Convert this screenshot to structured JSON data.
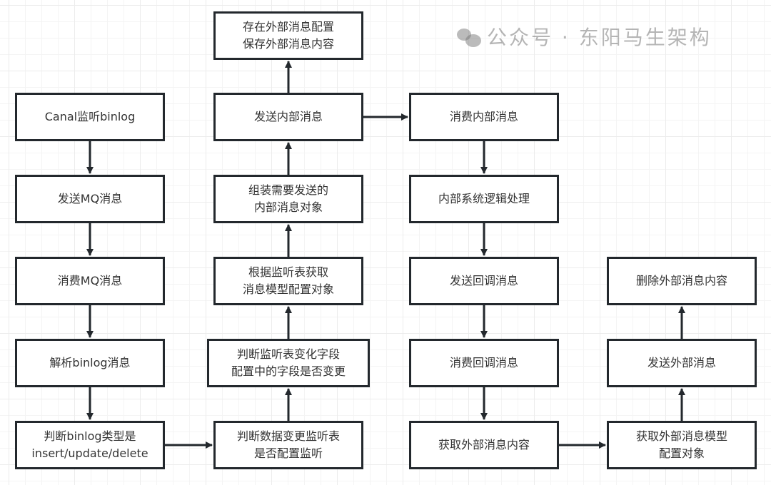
{
  "nodes": {
    "canal": "Canal监听binlog",
    "send_mq": "发送MQ消息",
    "consume_mq": "消费MQ消息",
    "parse_binlog": "解析binlog消息",
    "judge_type": "判断binlog类型是\ninsert/update/delete",
    "judge_listen": "判断数据变更监听表\n是否配置监听",
    "judge_field": "判断监听表变化字段\n配置中的字段是否变更",
    "get_model": "根据监听表获取\n消息模型配置对象",
    "assemble": "组装需要发送的\n内部消息对象",
    "send_internal": "发送内部消息",
    "save_external": "存在外部消息配置\n保存外部消息内容",
    "consume_internal": "消费内部消息",
    "internal_logic": "内部系统逻辑处理",
    "send_callback": "发送回调消息",
    "consume_callback": "消费回调消息",
    "get_external_content": "获取外部消息内容",
    "get_external_model": "获取外部消息模型\n配置对象",
    "send_external": "发送外部消息",
    "delete_external": "删除外部消息内容"
  },
  "watermark": "公众号 · 东阳马生架构",
  "colors": {
    "border": "#23282d",
    "grid": "#ececec",
    "text": "#333333"
  }
}
